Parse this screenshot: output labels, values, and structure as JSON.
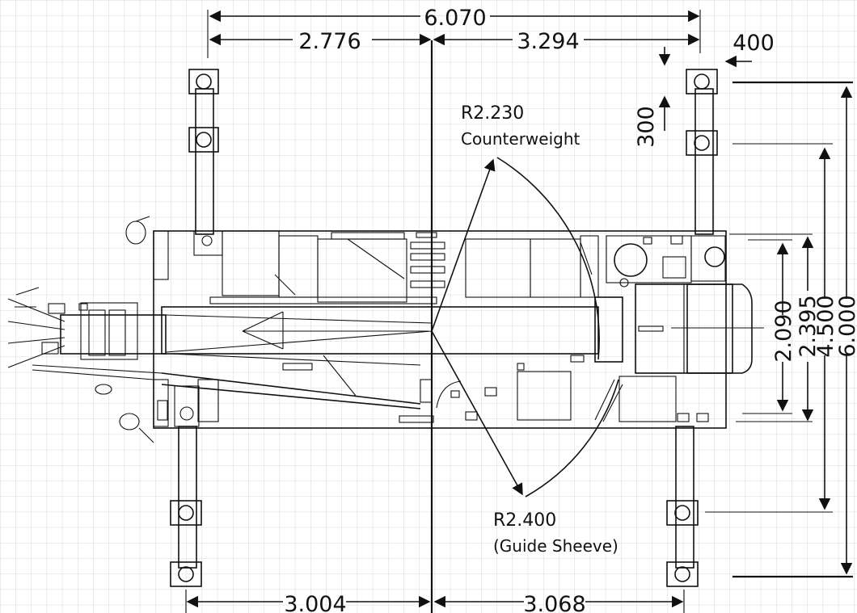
{
  "top_dims": {
    "overall": "6.070",
    "left": "2.776",
    "right": "3.294",
    "offset_h": "400",
    "offset_v": "300"
  },
  "bottom_dims": {
    "left": "3.004",
    "right": "3.068"
  },
  "right_dims": {
    "d1": "2.090",
    "d2": "2.395",
    "d3": "4.500",
    "d4": "6.000"
  },
  "labels": {
    "counterweight_radius": "R2.230",
    "counterweight": "Counterweight",
    "sheeve_radius": "R2.400",
    "sheeve": "(Guide Sheeve)"
  }
}
